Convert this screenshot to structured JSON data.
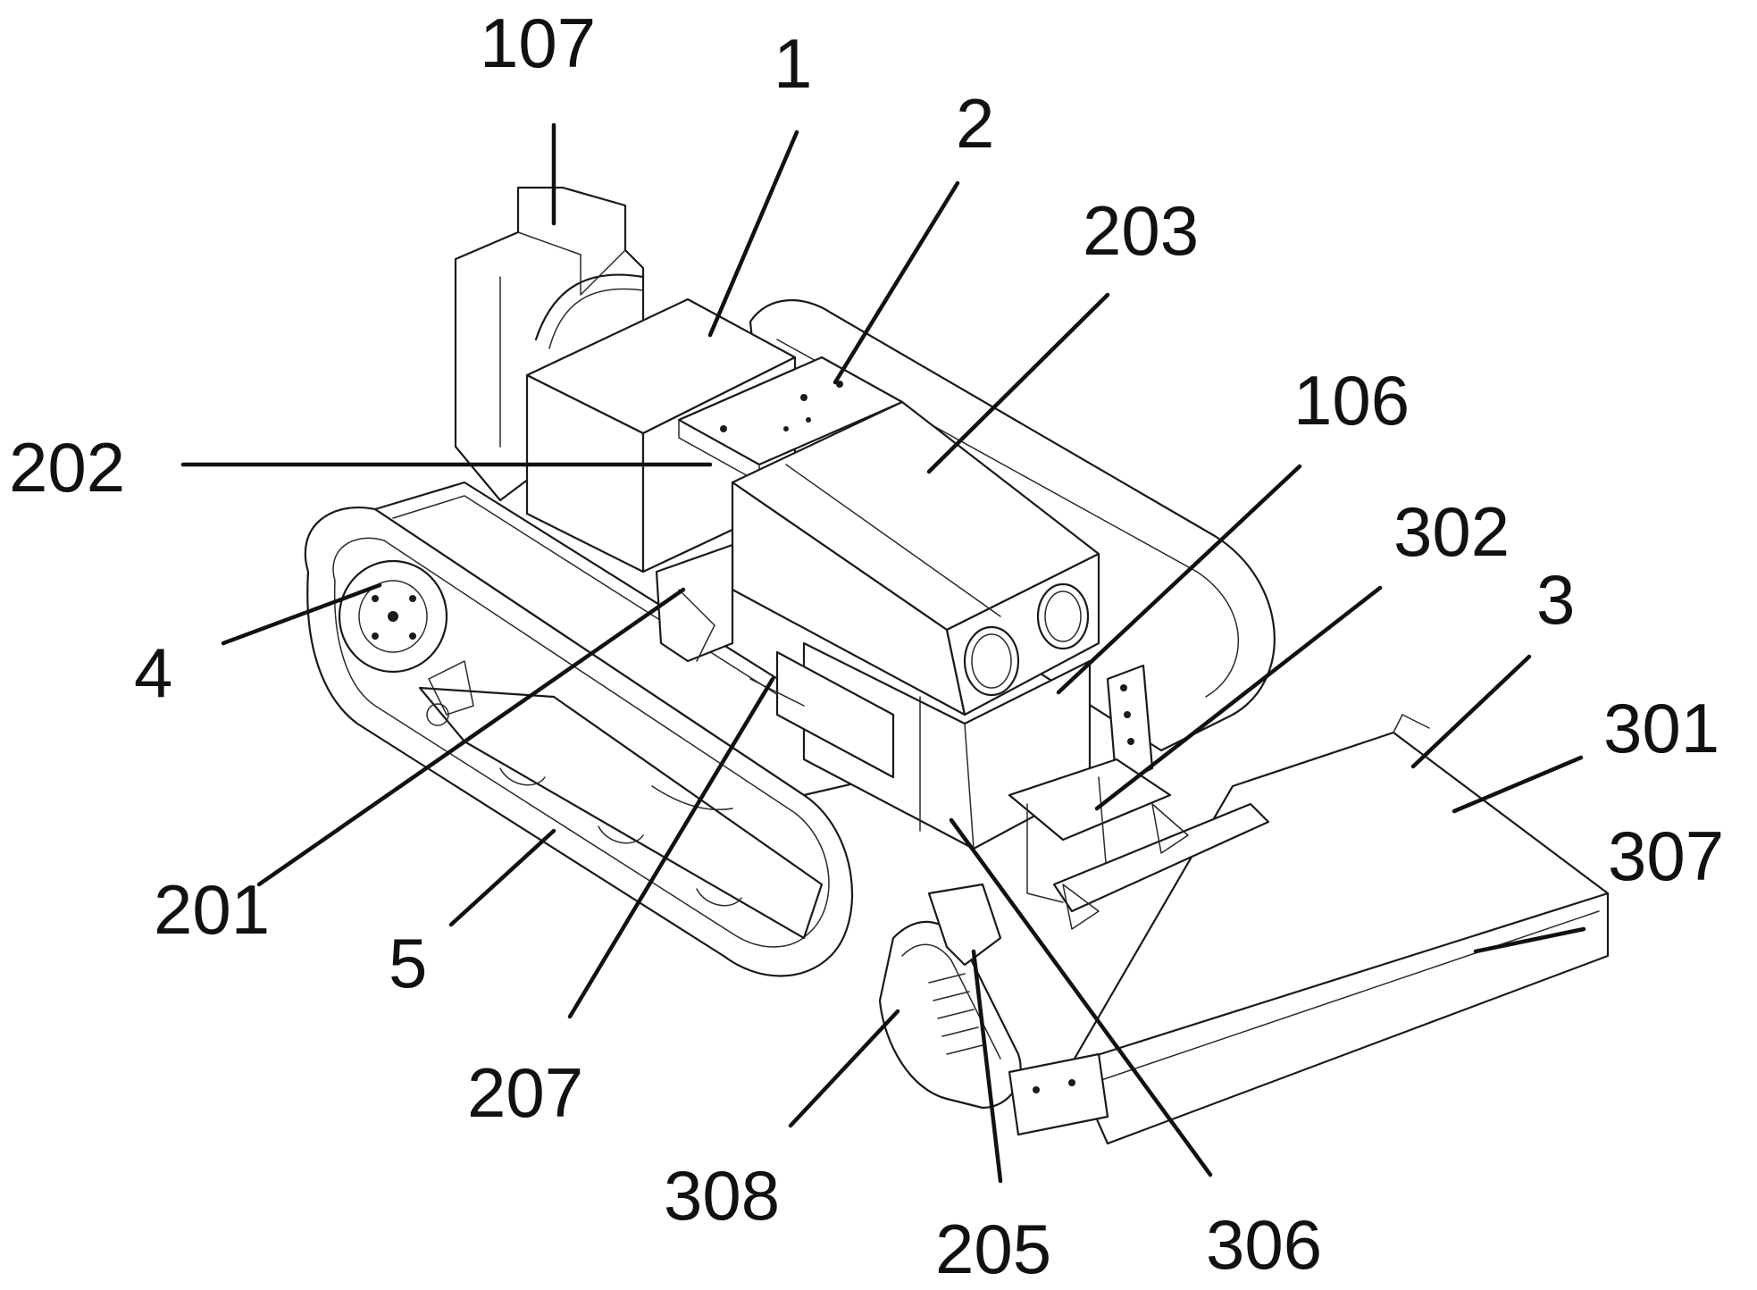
{
  "figure": {
    "labels": {
      "l107": "107",
      "l1": "1",
      "l2": "2",
      "l203": "203",
      "l202": "202",
      "l106": "106",
      "l302": "302",
      "l3": "3",
      "l4": "4",
      "l301": "301",
      "l307": "307",
      "l201": "201",
      "l5": "5",
      "l207": "207",
      "l308": "308",
      "l205": "205",
      "l306": "306"
    }
  }
}
